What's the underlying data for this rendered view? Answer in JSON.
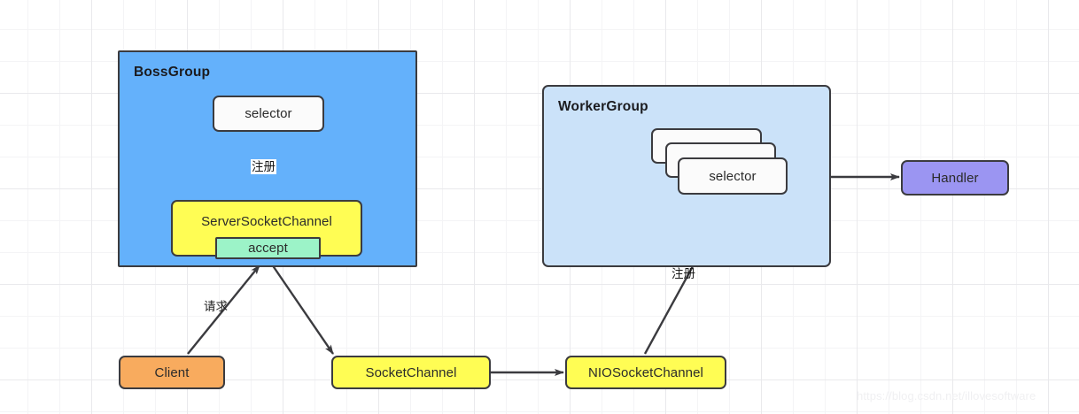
{
  "diagram": {
    "title_watermark": "https://blog.csdn.net/illovesoftware",
    "groups": [
      {
        "id": "bossgroup",
        "label": "BossGroup",
        "fill": "#64b1fb"
      },
      {
        "id": "workergroup",
        "label": "WorkerGroup",
        "fill": "#cbe2f9"
      }
    ],
    "nodes": [
      {
        "id": "selector-boss",
        "label": "selector",
        "fill": "#fbfbfb"
      },
      {
        "id": "serversocketchannel",
        "label": "ServerSocketChannel",
        "fill": "#fffd54"
      },
      {
        "id": "accept",
        "label": "accept",
        "fill": "#9cf3c8"
      },
      {
        "id": "selector-worker",
        "label": "selector",
        "fill": "#fbfbfb"
      },
      {
        "id": "handler",
        "label": "Handler",
        "fill": "#9b95f2"
      },
      {
        "id": "client",
        "label": "Client",
        "fill": "#f8ab5e"
      },
      {
        "id": "socketchannel",
        "label": "SocketChannel",
        "fill": "#fffd54"
      },
      {
        "id": "niosocketchannel",
        "label": "NIOSocketChannel",
        "fill": "#fffd54"
      }
    ],
    "edges": [
      {
        "id": "ssc-to-selector",
        "from": "serversocketchannel",
        "to": "selector-boss",
        "label": "注册"
      },
      {
        "id": "client-to-accept",
        "from": "client",
        "to": "accept",
        "label": "请求"
      },
      {
        "id": "accept-to-socketchannel",
        "from": "accept",
        "to": "socketchannel",
        "label": ""
      },
      {
        "id": "socketchannel-to-niosocketchannel",
        "from": "socketchannel",
        "to": "niosocketchannel",
        "label": ""
      },
      {
        "id": "niosocketchannel-to-selector",
        "from": "niosocketchannel",
        "to": "selector-worker",
        "label": "注册"
      },
      {
        "id": "selector-to-handler",
        "from": "selector-worker",
        "to": "handler",
        "label": ""
      }
    ],
    "stroke": "#3b3b3f",
    "background": "#ffffff",
    "grid_color": "#eeeef1"
  }
}
